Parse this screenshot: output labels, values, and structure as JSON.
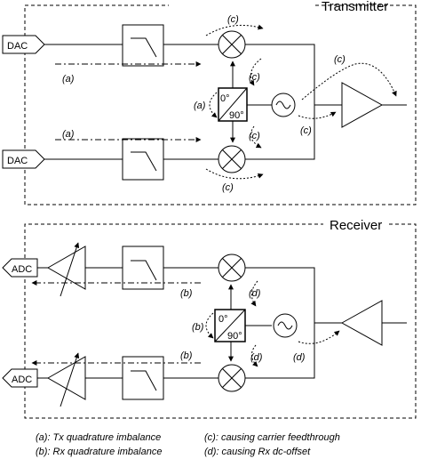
{
  "transmitter": {
    "title": "Transmitter",
    "dac_top": "DAC",
    "dac_bottom": "DAC",
    "phase_0": "0°",
    "phase_90": "90°",
    "annot_a": "(a)",
    "annot_c": "(c)"
  },
  "receiver": {
    "title": "Receiver",
    "adc_top": "ADC",
    "adc_bottom": "ADC",
    "phase_0": "0°",
    "phase_90": "90°",
    "annot_b": "(b)",
    "annot_d": "(d)"
  },
  "legend": {
    "a": "(a): Tx quadrature imbalance",
    "b": "(b): Rx quadrature imbalance",
    "c": "(c): causing carrier feedthrough",
    "d": "(d): causing Rx dc-offset"
  }
}
